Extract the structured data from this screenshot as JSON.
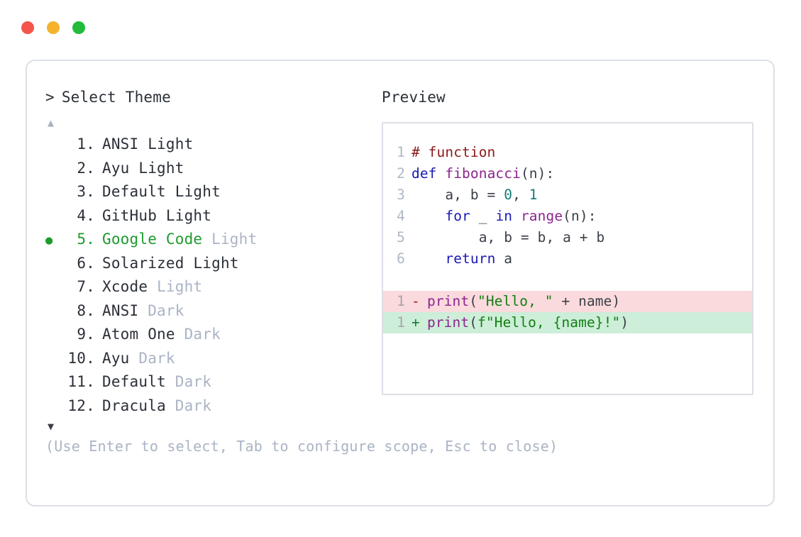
{
  "window": {
    "dots": [
      {
        "name": "close-dot",
        "color": "#f4544c"
      },
      {
        "name": "minimize-dot",
        "color": "#f5b32b"
      },
      {
        "name": "maximize-dot",
        "color": "#22bb3b"
      }
    ]
  },
  "prompt": {
    "caret": ">",
    "title": "Select Theme"
  },
  "scroll": {
    "up": "▲",
    "down": "▼"
  },
  "selection": {
    "bullet": "●",
    "selected_index": 5,
    "accent_color": "#1d9b2e"
  },
  "themes": [
    {
      "index": "1.",
      "name": "ANSI",
      "variant": "Light",
      "variant_muted": false,
      "selected": false
    },
    {
      "index": "2.",
      "name": "Ayu",
      "variant": "Light",
      "variant_muted": false,
      "selected": false
    },
    {
      "index": "3.",
      "name": "Default",
      "variant": "Light",
      "variant_muted": false,
      "selected": false
    },
    {
      "index": "4.",
      "name": "GitHub",
      "variant": "Light",
      "variant_muted": false,
      "selected": false
    },
    {
      "index": "5.",
      "name": "Google Code",
      "variant": "Light",
      "variant_muted": true,
      "selected": true
    },
    {
      "index": "6.",
      "name": "Solarized",
      "variant": "Light",
      "variant_muted": false,
      "selected": false
    },
    {
      "index": "7.",
      "name": "Xcode",
      "variant": "Light",
      "variant_muted": true,
      "selected": false
    },
    {
      "index": "8.",
      "name": "ANSI",
      "variant": "Dark",
      "variant_muted": true,
      "selected": false
    },
    {
      "index": "9.",
      "name": "Atom One",
      "variant": "Dark",
      "variant_muted": true,
      "selected": false
    },
    {
      "index": "10.",
      "name": "Ayu",
      "variant": "Dark",
      "variant_muted": true,
      "selected": false
    },
    {
      "index": "11.",
      "name": "Default",
      "variant": "Dark",
      "variant_muted": true,
      "selected": false
    },
    {
      "index": "12.",
      "name": "Dracula",
      "variant": "Dark",
      "variant_muted": true,
      "selected": false
    }
  ],
  "hint": "(Use Enter to select, Tab to configure scope, Esc to close)",
  "preview": {
    "label": "Preview",
    "code_lines": [
      {
        "ln": "1",
        "tokens": [
          {
            "t": "# function",
            "c": "tok-comment"
          }
        ]
      },
      {
        "ln": "2",
        "tokens": [
          {
            "t": "def ",
            "c": "tok-kw"
          },
          {
            "t": "fibonacci",
            "c": "tok-fn"
          },
          {
            "t": "(n):",
            "c": "tok-punc"
          }
        ]
      },
      {
        "ln": "3",
        "tokens": [
          {
            "t": "    a, b = ",
            "c": "tok-plain"
          },
          {
            "t": "0",
            "c": "tok-num"
          },
          {
            "t": ", ",
            "c": "tok-plain"
          },
          {
            "t": "1",
            "c": "tok-num"
          }
        ]
      },
      {
        "ln": "4",
        "tokens": [
          {
            "t": "    ",
            "c": "tok-plain"
          },
          {
            "t": "for",
            "c": "tok-kw"
          },
          {
            "t": " _ ",
            "c": "tok-plain"
          },
          {
            "t": "in",
            "c": "tok-kw"
          },
          {
            "t": " ",
            "c": "tok-plain"
          },
          {
            "t": "range",
            "c": "tok-builtin"
          },
          {
            "t": "(n):",
            "c": "tok-punc"
          }
        ]
      },
      {
        "ln": "5",
        "tokens": [
          {
            "t": "        a, b = b, a + b",
            "c": "tok-plain"
          }
        ]
      },
      {
        "ln": "6",
        "tokens": [
          {
            "t": "    ",
            "c": "tok-plain"
          },
          {
            "t": "return",
            "c": "tok-kw"
          },
          {
            "t": " a",
            "c": "tok-plain"
          }
        ]
      }
    ],
    "diff_lines": [
      {
        "ln": "1",
        "kind": "del",
        "marker": "-",
        "tokens": [
          {
            "t": "print",
            "c": "tok-builtin"
          },
          {
            "t": "(",
            "c": "tok-punc"
          },
          {
            "t": "\"Hello, \"",
            "c": "tok-str"
          },
          {
            "t": " + name",
            "c": "tok-plain"
          },
          {
            "t": ")",
            "c": "tok-punc"
          }
        ]
      },
      {
        "ln": "1",
        "kind": "add",
        "marker": "+",
        "tokens": [
          {
            "t": "print",
            "c": "tok-builtin"
          },
          {
            "t": "(",
            "c": "tok-punc"
          },
          {
            "t": "f\"Hello, {name}!\"",
            "c": "tok-str"
          },
          {
            "t": ")",
            "c": "tok-punc"
          }
        ]
      }
    ],
    "diff_colors": {
      "delete_bg": "#fadadd",
      "add_bg": "#cdeed9"
    }
  }
}
